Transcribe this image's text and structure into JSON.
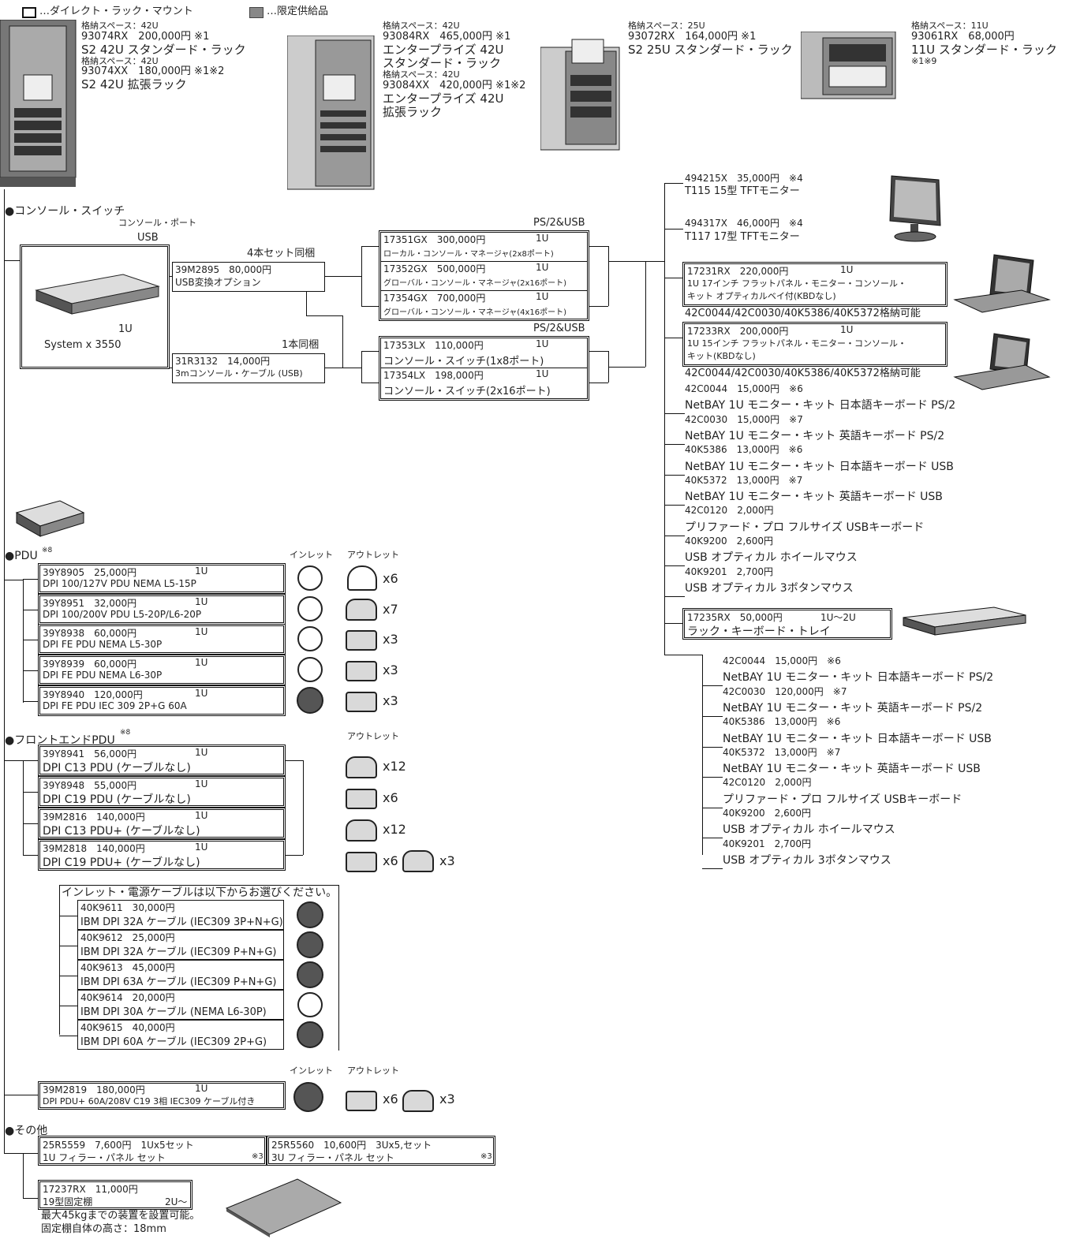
{
  "legend": {
    "direct": "…ダイレクト・ラック・マウント",
    "limited": "…限定供給品"
  },
  "racks": [
    {
      "lines": [
        "格納スペース：42U",
        "93074RX　200,000円 ※1",
        "S2 42U スタンダード・ラック",
        "格納スペース：42U",
        "93074XX　180,000円 ※1※2",
        "S2 42U 拡張ラック"
      ]
    },
    {
      "lines": [
        "格納スペース：42U",
        "93084RX　465,000円 ※1",
        "エンタープライズ 42U",
        "スタンダード・ラック",
        "格納スペース：42U",
        "93084XX　420,000円 ※1※2",
        "エンタープライズ 42U",
        "拡張ラック"
      ]
    },
    {
      "lines": [
        "格納スペース：25U",
        "93072RX　164,000円 ※1",
        "S2 25U スタンダード・ラック"
      ]
    },
    {
      "lines": [
        "格納スペース：11U",
        "93061RX　68,000円",
        "11U スタンダード・ラック",
        "※1※9"
      ]
    }
  ],
  "console_section": {
    "heading": "●コンソール・スイッチ",
    "port_label": "コンソール・ポート",
    "usb_label": "USB",
    "server_name": "System x 3550",
    "server_u": "1U",
    "bundle4": "4本セット同梱",
    "bundle1": "1本同梱",
    "opt1": {
      "l1": "39M2895　80,000円",
      "l2": "USB変換オプション"
    },
    "opt2": {
      "l1": "31R3132　14,000円",
      "l2": "3mコンソール・ケーブル (USB)"
    },
    "ps2usb": "PS/2&USB",
    "managers": [
      {
        "l1": "17351GX　300,000円",
        "u": "1U",
        "l2": "ローカル・コンソール・マネージャ(2x8ポート)"
      },
      {
        "l1": "17352GX　500,000円",
        "u": "1U",
        "l2": "グローバル・コンソール・マネージャ(2x16ポート)"
      },
      {
        "l1": "17354GX　700,000円",
        "u": "1U",
        "l2": "グローバル・コンソール・マネージャ(4x16ポート)"
      }
    ],
    "switches": [
      {
        "l1": "17353LX　110,000円",
        "u": "1U",
        "l2": "コンソール・スイッチ(1x8ポート)"
      },
      {
        "l1": "17354LX　198,000円",
        "u": "1U",
        "l2": "コンソール・スイッチ(2x16ポート)"
      }
    ]
  },
  "monitors": [
    {
      "l1": "494215X　35,000円　※4",
      "l2": "T115 15型 TFTモニター"
    },
    {
      "l1": "494317X　46,000円　※4",
      "l2": "T117 17型 TFTモニター"
    }
  ],
  "consoles": [
    {
      "l1": "17231RX　220,000円",
      "u": "1U",
      "l2": "1U 17インチ フラットパネル・モニター・コンソール・",
      "l3": "キット オプティカルベイ付(KBDなし)",
      "note": "42C0044/42C0030/40K5386/40K5372格納可能"
    },
    {
      "l1": "17233RX　200,000円",
      "u": "1U",
      "l2": "1U 15インチ フラットパネル・モニター・コンソール・",
      "l3": "キット(KBDなし)",
      "note": "42C0044/42C0030/40K5386/40K5372格納可能"
    }
  ],
  "kb_list": [
    "42C0044　15,000円　※6",
    "NetBAY 1U モニター・キット 日本語キーボード PS/2",
    "42C0030　15,000円　※7",
    "NetBAY 1U モニター・キット 英語キーボード PS/2",
    "40K5386　13,000円　※6",
    "NetBAY 1U モニター・キット 日本語キーボード USB",
    "40K5372　13,000円　※7",
    "NetBAY 1U モニター・キット 英語キーボード USB",
    "42C0120　2,000円",
    "プリファード・プロ フルサイズ USBキーボード",
    "40K9200　2,600円",
    "USB オプティカル ホイールマウス",
    "40K9201　2,700円",
    "USB オプティカル 3ボタンマウス"
  ],
  "tray": {
    "l1": "17235RX　50,000円",
    "u": "1U〜2U",
    "l2": "ラック・キーボード・トレイ"
  },
  "kb_list2": [
    "42C0044　15,000円　※6",
    "NetBAY 1U モニター・キット 日本語キーボード PS/2",
    "42C0030　120,000円　※7",
    "NetBAY 1U モニター・キット 英語キーボード PS/2",
    "40K5386　13,000円　※6",
    "NetBAY 1U モニター・キット 日本語キーボード USB",
    "40K5372　13,000円　※7",
    "NetBAY 1U モニター・キット 英語キーボード USB",
    "42C0120　2,000円",
    "プリファード・プロ フルサイズ USBキーボード",
    "40K9200　2,600円",
    "USB オプティカル ホイールマウス",
    "40K9201　2,700円",
    "USB オプティカル 3ボタンマウス"
  ],
  "pdu": {
    "heading": "●PDU",
    "note": "※8",
    "inlet": "インレット",
    "outlet": "アウトレット",
    "items": [
      {
        "l1": "39Y8905　25,000円",
        "u": "1U",
        "l2": "DPI 100/127V PDU NEMA L5-15P",
        "count": "x6"
      },
      {
        "l1": "39Y8951　32,000円",
        "u": "1U",
        "l2": "DPI 100/200V PDU L5-20P/L6-20P",
        "count": "x7"
      },
      {
        "l1": "39Y8938　60,000円",
        "u": "1U",
        "l2": "DPI FE PDU NEMA L5-30P",
        "count": "x3"
      },
      {
        "l1": "39Y8939　60,000円",
        "u": "1U",
        "l2": "DPI FE PDU NEMA L6-30P",
        "count": "x3"
      },
      {
        "l1": "39Y8940　120,000円",
        "u": "1U",
        "l2": "DPI FE PDU IEC 309 2P+G 60A",
        "count": "x3"
      }
    ]
  },
  "fe_pdu": {
    "heading": "●フロントエンドPDU",
    "note": "※8",
    "outlet": "アウトレット",
    "items": [
      {
        "l1": "39Y8941　56,000円",
        "u": "1U",
        "l2": "DPI C13 PDU (ケーブルなし)",
        "count": "x12"
      },
      {
        "l1": "39Y8948　55,000円",
        "u": "1U",
        "l2": "DPI C19 PDU (ケーブルなし)",
        "count": "x6"
      },
      {
        "l1": "39M2816　140,000円",
        "u": "1U",
        "l2": "DPI C13 PDU+ (ケーブルなし)",
        "count": "x12"
      },
      {
        "l1": "39M2818　140,000円",
        "u": "1U",
        "l2": "DPI C19 PDU+ (ケーブルなし)",
        "count": "x6",
        "count2": "x3"
      }
    ],
    "cable_heading": "インレット・電源ケーブルは以下からお選びください。",
    "cables": [
      {
        "l1": "40K9611　30,000円",
        "l2": "IBM DPI 32A ケーブル (IEC309 3P+N+G)"
      },
      {
        "l1": "40K9612　25,000円",
        "l2": "IBM DPI 32A ケーブル (IEC309 P+N+G)"
      },
      {
        "l1": "40K9613　45,000円",
        "l2": "IBM DPI 63A ケーブル (IEC309 P+N+G)"
      },
      {
        "l1": "40K9614　20,000円",
        "l2": "IBM DPI 30A ケーブル (NEMA L6-30P)"
      },
      {
        "l1": "40K9615　40,000円",
        "l2": "IBM DPI 60A ケーブル (IEC309 2P+G)"
      }
    ],
    "inlet2": "インレット",
    "outlet2": "アウトレット",
    "last": {
      "l1": "39M2819　180,000円",
      "u": "1U",
      "l2": "DPI PDU+ 60A/208V C19 3相 IEC309 ケーブル付き",
      "count": "x6",
      "count2": "x3"
    }
  },
  "other": {
    "heading": "●その他",
    "fillers": [
      {
        "l1": "25R5559　7,600円　1Ux5セット",
        "l2": "1U フィラー・パネル セット",
        "note": "※3"
      },
      {
        "l1": "25R5560　10,600円　3Ux5,セット",
        "l2": "3U フィラー・パネル セット",
        "note": "※3"
      }
    ],
    "shelf": {
      "l1": "17237RX　11,000円",
      "l2": "19型固定棚",
      "u": "2U〜",
      "d1": "最大45kgまでの装置を設置可能。",
      "d2": "固定棚自体の高さ：18mm"
    }
  }
}
